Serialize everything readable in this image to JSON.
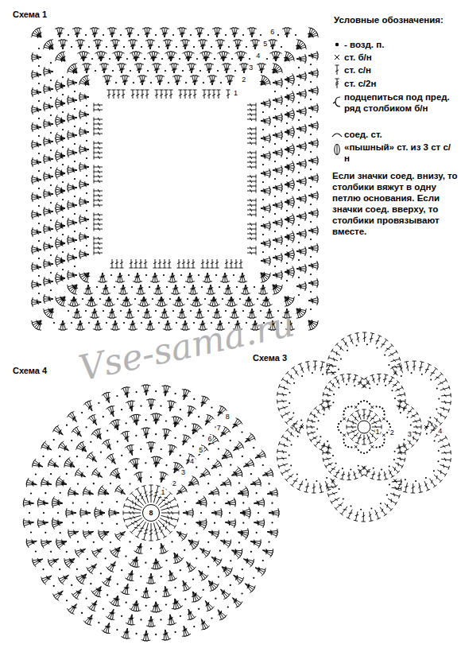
{
  "diagram": {
    "nodes": [
      {
        "text": [
          "8"
        ]
      }
    ],
    "labels": [
      "Схема 1",
      "1",
      "2",
      "3",
      "4",
      "5",
      "6",
      "Условные обозначения:",
      "Если значки соед. внизу, то столбики вяжут в одну петлю основания. Если значки соед. вверху, то столбики провязывают вместе.",
      "Vse-sama.ru",
      "Схема 4",
      "1",
      "2",
      "3",
      "4",
      "5",
      "6",
      "7",
      "8",
      "Схема 3",
      "1",
      "2",
      "3",
      "4"
    ],
    "legend": [
      {
        "text": "- возд. п."
      },
      {
        "text": "ст. б/н"
      },
      {
        "text": "ст. с/н"
      },
      {
        "text": "ст. с/2н"
      },
      {
        "text": "подцепиться под пред. ряд столбиком б/н"
      },
      {
        "text": "соед. ст."
      },
      {
        "text": "«пышный» ст. из 3 ст с/н"
      }
    ]
  }
}
